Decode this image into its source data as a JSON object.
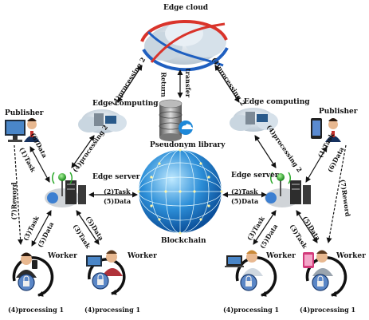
{
  "nodes": {
    "edge_cloud": "Edge cloud",
    "edge_computing_left": "Edge computing",
    "edge_computing_right": "Edge computing",
    "pseudonym_library": "Pseudonym library",
    "publisher_left": "Publisher",
    "publisher_right": "Publisher",
    "edge_server_left": "Edge server",
    "edge_server_right": "Edge server",
    "blockchain": "Blockchain",
    "worker_1": "Worker",
    "worker_2": "Worker",
    "worker_3": "Worker",
    "worker_4": "Worker"
  },
  "edges": {
    "processing2_top_left": "(4)processing 2",
    "processing2_top_right": "(4)processing 2",
    "processing2_left": "(4)processing 2",
    "processing2_right": "(4)processing 2",
    "return": "Return",
    "transfer": "transfer",
    "task_mid_left": "(2)Task",
    "data_mid_left": "(5)Data",
    "task_mid_right": "(2)Task",
    "data_mid_right": "(5)Data",
    "pub_left_data": "(6)Data",
    "pub_left_task": "(1)Task",
    "pub_right_task": "(1)Task",
    "pub_right_data": "(6)Data",
    "reword_left": "(7)Reword",
    "reword_right": "(7)Reword",
    "w1_task": "(3)Task",
    "w1_data": "(5)Data",
    "w2_data": "(5)Data",
    "w2_task": "(3)Task",
    "w3_task": "(3)Task",
    "w3_data": "(5)Data",
    "w4_data": "(5)Data",
    "w4_task": "(3)Task",
    "processing1_1": "(4)processing 1",
    "processing1_2": "(4)processing 1",
    "processing1_3": "(4)processing 1",
    "processing1_4": "(4)processing 1"
  }
}
